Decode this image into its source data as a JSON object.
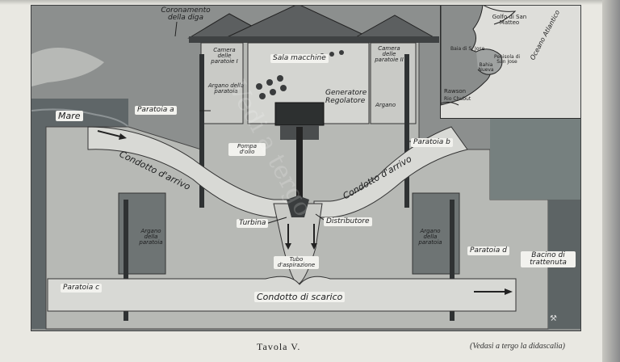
{
  "plate": {
    "labels": {
      "coronamento": "Coronamento della diga",
      "sala_macchine": "Sala macchine",
      "camera_paratoie_1": "Camera delle paratoie I",
      "camera_paratoie_2": "Camera delle paratoie II",
      "argano_paratoia": "Argano della paratoia",
      "generatore": "Generatore",
      "regolatore": "Regolatore",
      "argano": "Argano",
      "mare": "Mare",
      "paratoia_a": "Paratoia a",
      "paratoia_b": "Paratoia b",
      "paratoia_c": "Paratoia c",
      "paratoia_d": "Paratoia d",
      "condotto_arrivo_left": "Condotto d'arrivo",
      "condotto_arrivo_right": "Condotto d'arrivo",
      "pompa_olio": "Pompa d'olio",
      "turbina": "Turbina",
      "distributore": "Distributore",
      "tubo_aspirazione": "Tubo d'aspirazione",
      "argano_paratoia_left": "Argano della paratoia",
      "argano_paratoia_right": "Argano della paratoia",
      "condotto_scarico": "Condotto di scarico",
      "bacino": "Bacino di trattenuta"
    },
    "map": {
      "golfo": "Golfo di San Matteo",
      "oceano": "Oceano Atlantico",
      "baia_s_jose": "Baia di S. Jose",
      "penisola": "Penisola di San Jose",
      "bahia_nueva": "Bahia Nueva",
      "rawson": "Rawson",
      "rio_chubut": "Rio Chubut"
    },
    "watermark": "Vedi a tergo"
  },
  "caption": {
    "title": "Tavola V.",
    "note": "(Vedasi a tergo la didascalia)"
  },
  "colors": {
    "concrete": "#b7b9b5",
    "water": "#5f6668",
    "paper": "#e9e8e2"
  }
}
